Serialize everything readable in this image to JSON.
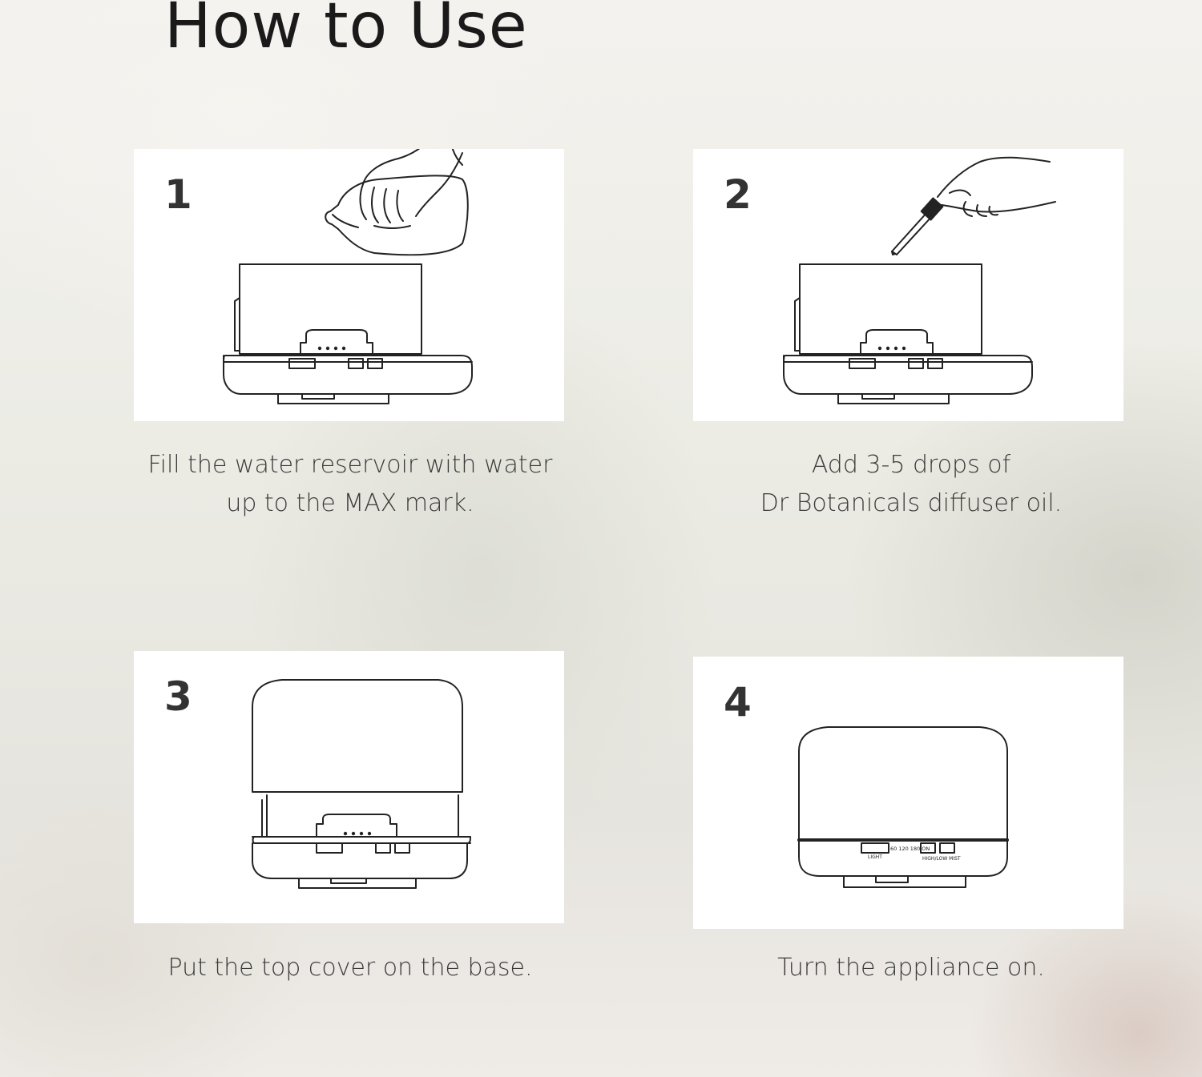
{
  "title": "How to Use",
  "steps": [
    {
      "number": "1",
      "caption_lines": [
        "Fill the water reservoir with water",
        "up to the MAX mark."
      ],
      "illustration": "diffuser-base-pour-water"
    },
    {
      "number": "2",
      "caption_lines": [
        "Add 3-5 drops of",
        "Dr Botanicals diffuser oil."
      ],
      "illustration": "diffuser-base-add-oil-dropper"
    },
    {
      "number": "3",
      "caption_lines": [
        "Put the top cover on the base."
      ],
      "illustration": "diffuser-cover-lowered"
    },
    {
      "number": "4",
      "caption_lines": [
        "Turn the appliance on."
      ],
      "illustration": "diffuser-assembled"
    }
  ],
  "diffuser_labels": {
    "light": "LIGHT",
    "timer": "60 120 180 ON",
    "mist": "HIGH/LOW MIST"
  }
}
